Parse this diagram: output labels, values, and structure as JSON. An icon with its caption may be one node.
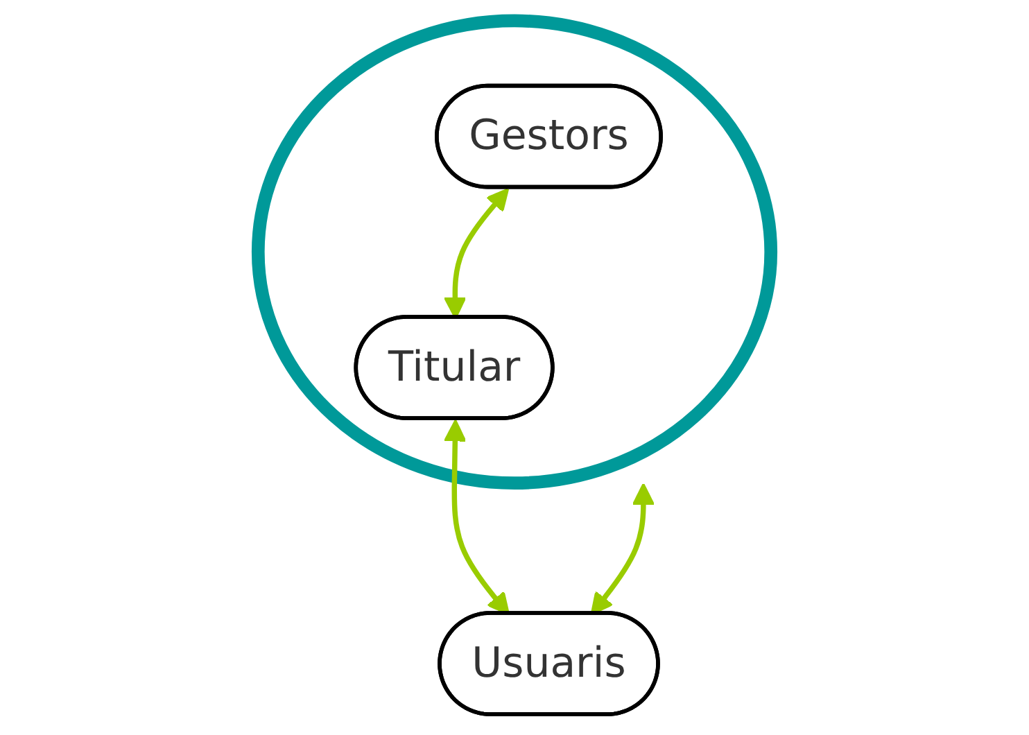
{
  "diagram": {
    "nodes": [
      {
        "text": [],
        "shape": "ellipse"
      },
      {
        "text": [
          "Titular"
        ],
        "in": 0
      },
      {
        "text": [
          "Gestors"
        ],
        "in": 0
      },
      {
        "text": [
          "Usuaris"
        ]
      }
    ],
    "edges": [
      {
        "from": 2,
        "to": 1,
        "arrow": "both"
      },
      {
        "from": 1,
        "to": 3,
        "arrow": "both"
      },
      {
        "from": 0,
        "to": 3,
        "arrow": "both"
      }
    ]
  }
}
